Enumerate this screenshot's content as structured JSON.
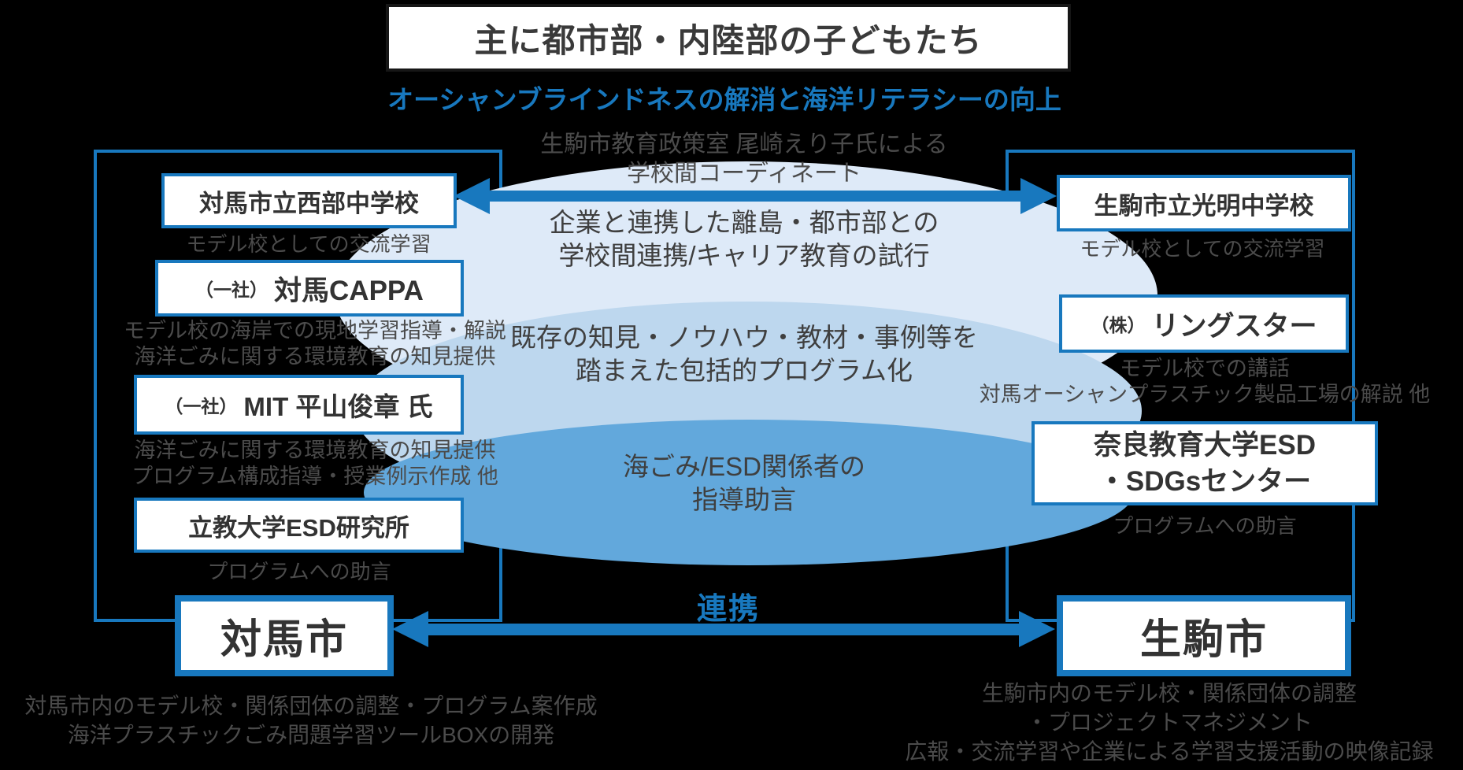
{
  "diagram": {
    "title": "主に都市部・内陸部の子どもたち",
    "subtitle": "オーシャンブラインドネスの解消と海洋リテラシーの向上"
  },
  "center": {
    "coordinator_line1": "生駒市教育政策室 尾崎えり子氏による",
    "coordinator_line2": "学校間コーディネート",
    "layer1_line1": "企業と連携した離島・都市部との",
    "layer1_line2": "学校間連携/キャリア教育の試行",
    "layer2_line1": "既存の知見・ノウハウ・教材・事例等を",
    "layer2_line2": "踏まえた包括的プログラム化",
    "layer3_line1": "海ごみ/ESD関係者の",
    "layer3_line2": "指導助言",
    "partnership": "連携"
  },
  "left": {
    "school": {
      "name": "対馬市立西部中学校"
    },
    "school_note": "モデル校としての交流学習",
    "org1": {
      "prefix": "（一社）",
      "name": "対馬CAPPA"
    },
    "org1_note1": "モデル校の海岸での現地学習指導・解説",
    "org1_note2": "海洋ごみに関する環境教育の知見提供",
    "org2": {
      "prefix": "（一社）",
      "name": "MIT 平山俊章 氏"
    },
    "org2_note1": "海洋ごみに関する環境教育の知見提供",
    "org2_note2": "プログラム構成指導・授業例示作成 他",
    "org3": {
      "name": "立教大学ESD研究所"
    },
    "org3_note": "プログラムへの助言",
    "city": {
      "name": "対馬市"
    },
    "city_note1": "対馬市内のモデル校・関係団体の調整・プログラム案作成",
    "city_note2": "海洋プラスチックごみ問題学習ツールBOXの開発"
  },
  "right": {
    "school": {
      "name": "生駒市立光明中学校"
    },
    "school_note": "モデル校としての交流学習",
    "org1": {
      "prefix": "（株）",
      "name": "リングスター"
    },
    "org1_note1": "モデル校での講話",
    "org1_note2": "対馬オーシャンプラスチック製品工場の解説 他",
    "org2": {
      "line1": "奈良教育大学ESD",
      "line2": "・SDGsセンター"
    },
    "org2_note": "プログラムへの助言",
    "city": {
      "name": "生駒市"
    },
    "city_note1": "生駒市内のモデル校・関係団体の調整",
    "city_note2": "・プロジェクトマネジメント",
    "city_note3": "広報・交流学習や企業による学習支援活動の映像記録"
  },
  "colors": {
    "accent_blue": "#1878BE",
    "ellipse_light": "#DEEAF8",
    "ellipse_medium": "#BDD7EE",
    "ellipse_dark": "#62A8DC",
    "note_gray": "#4b4b4b",
    "box_text": "#333333",
    "background": "#000000"
  }
}
